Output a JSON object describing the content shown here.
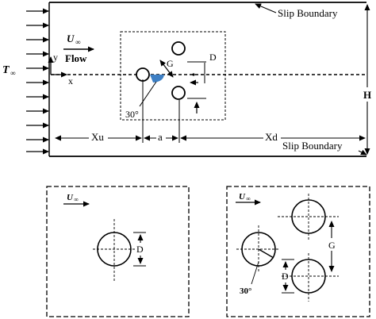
{
  "main_domain": {
    "inlet_symbol": "T",
    "inlet_subscript": "∞",
    "velocity_symbol": "U",
    "velocity_subscript": "∞",
    "flow_label": "Flow",
    "axis_x": "x",
    "axis_y": "y",
    "top_boundary": "Slip Boundary",
    "bottom_boundary": "Slip Boundary",
    "height_label": "H",
    "upstream_label": "Xu",
    "gap_label": "a",
    "downstream_label": "Xd",
    "spacing_label": "G",
    "diameter_label": "D",
    "angle_label": "30°"
  },
  "single_cylinder_panel": {
    "velocity_symbol": "U",
    "velocity_subscript": "∞",
    "diameter_label": "D"
  },
  "three_cylinder_panel": {
    "velocity_symbol": "U",
    "velocity_subscript": "∞",
    "spacing_label": "G",
    "diameter_label": "D",
    "angle_label": "30°"
  },
  "colors": {
    "line": "#000000",
    "highlight": "#3d7fc4"
  }
}
